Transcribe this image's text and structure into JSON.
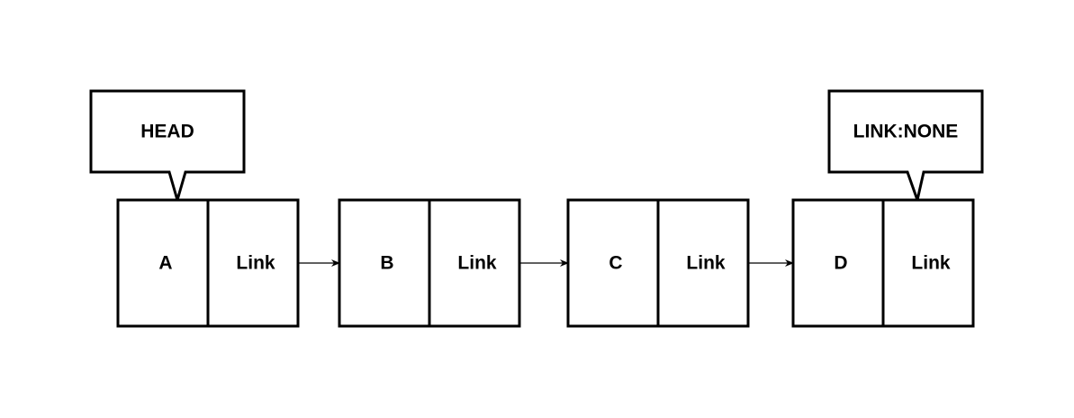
{
  "diagram": {
    "nodes": [
      {
        "value": "A",
        "link_label": "Link"
      },
      {
        "value": "B",
        "link_label": "Link"
      },
      {
        "value": "C",
        "link_label": "Link"
      },
      {
        "value": "D",
        "link_label": "Link"
      }
    ],
    "callouts": {
      "head": {
        "text": "HEAD",
        "points_to": "A"
      },
      "tail": {
        "text": "LINK:NONE",
        "points_to": "D"
      }
    }
  }
}
